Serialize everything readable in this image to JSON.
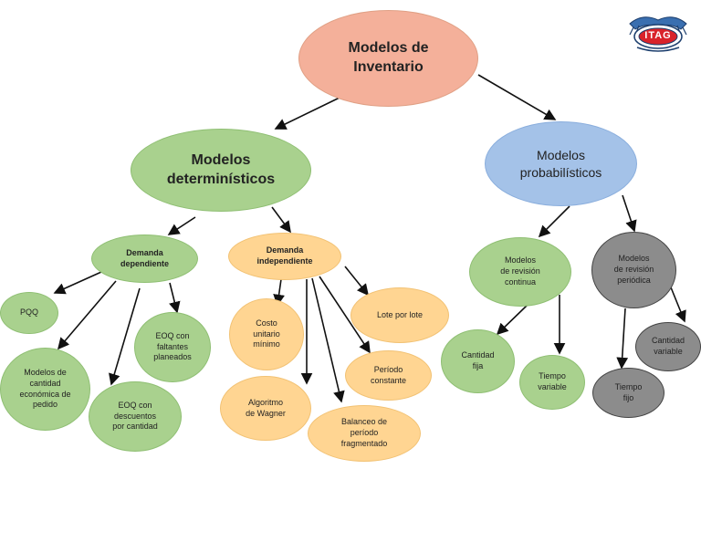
{
  "logo": {
    "text": "ITAG"
  },
  "root": {
    "label": "Modelos de\nInventario"
  },
  "deterministic": {
    "label": "Modelos\ndeterminísticos",
    "dependent": {
      "label": "Demanda\ndependiente",
      "children": [
        "PQQ",
        "Modelos de\ncantidad\neconómica de\npedido",
        "EOQ con\ndescuentos\npor cantidad",
        "EOQ con\nfaltantes\nplaneados"
      ]
    },
    "independent": {
      "label": "Demanda\nindependiente",
      "children": [
        "Costo\nunitario\nmínimo",
        "Algoritmo\nde Wagner",
        "Balanceo de\nperíodo\nfragmentado",
        "Período\nconstante",
        "Lote por lote"
      ]
    }
  },
  "probabilistic": {
    "label": "Modelos\nprobabilísticos",
    "continuous": {
      "label": "Modelos\nde revisión\ncontinua",
      "children": [
        "Cantidad\nfija",
        "Tiempo\nvariable"
      ]
    },
    "periodic": {
      "label": "Modelos\nde revisión\nperiódica",
      "children": [
        "Tiempo\nfijo",
        "Cantidad\nvariable"
      ]
    }
  }
}
